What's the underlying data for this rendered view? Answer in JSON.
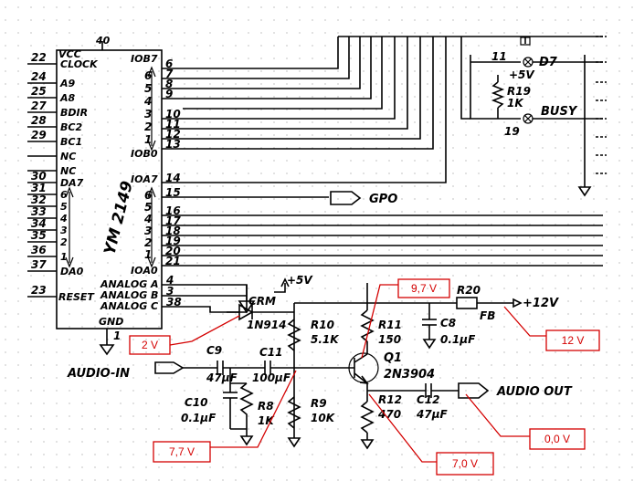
{
  "chip": {
    "vcc_top": "VCC",
    "name": "YM 2149",
    "pins_left": [
      {
        "num": "22",
        "label": "CLOCK"
      },
      {
        "num": "24",
        "label": "A9"
      },
      {
        "num": "25",
        "label": "A8"
      },
      {
        "num": "27",
        "label": "BDIR"
      },
      {
        "num": "28",
        "label": "BC2"
      },
      {
        "num": "29",
        "label": "BC1"
      },
      {
        "num": "",
        "label": "NC"
      },
      {
        "num": "",
        "label": "NC"
      },
      {
        "num": "30",
        "label": "DA7"
      },
      {
        "num": "31",
        "label": "6"
      },
      {
        "num": "32",
        "label": "5"
      },
      {
        "num": "33",
        "label": "4"
      },
      {
        "num": "34",
        "label": "3"
      },
      {
        "num": "35",
        "label": "2"
      },
      {
        "num": "36",
        "label": "1"
      },
      {
        "num": "37",
        "label": "DA0"
      }
    ],
    "reset_pin": {
      "num": "23",
      "label": "RESET"
    },
    "vcc_pin": "40",
    "iob_top": "IOB7",
    "iob_bottom": "IOB0",
    "ioa_top": "IOA7",
    "ioa_bottom": "IOA0",
    "iob_pins": [
      "6",
      "7",
      "8",
      "9",
      "10",
      "11",
      "12",
      "13"
    ],
    "iob_bits": [
      "6",
      "5",
      "4",
      "3",
      "2",
      "1"
    ],
    "ioa_pins": [
      "14",
      "15",
      "16",
      "17",
      "18",
      "19",
      "20",
      "21"
    ],
    "ioa_bits": [
      "6",
      "5",
      "4",
      "3",
      "2",
      "1"
    ],
    "analog": [
      {
        "num": "4",
        "label": "ANALOG A"
      },
      {
        "num": "3",
        "label": "ANALOG B"
      },
      {
        "num": "38",
        "label": "ANALOG C"
      }
    ],
    "gnd": {
      "label": "GND",
      "num": "1"
    }
  },
  "labels": {
    "d7": "D7",
    "busy": "BUSY",
    "r19_supply": "+5V",
    "r19_name": "R19",
    "r19_value": "1K",
    "pin_11": "11",
    "pin_19": "19",
    "gpo": "GPO",
    "plus5v": "+5V",
    "crm": "CRM",
    "diode": "1N914",
    "r10": "R10",
    "r10_value": "5.1K",
    "r11": "R11",
    "r11_value": "150",
    "c8": "C8",
    "c8_value": "0.1µF",
    "r20": "R20",
    "fb": "FB",
    "plus12v": "+12V",
    "q1": "Q1",
    "q1_part": "2N3904",
    "c9": "C9",
    "c9_value": "47µF",
    "c11": "C11",
    "c11_value": "100µF",
    "audio_in": "AUDIO-IN",
    "c10": "C10",
    "c10_value": "0.1µF",
    "r8": "R8",
    "r8_value": "1K",
    "r9": "R9",
    "r9_value": "10K",
    "r12": "R12",
    "r12_value": "470",
    "c12": "C12",
    "c12_value": "47µF",
    "audio_out": "AUDIO OUT"
  },
  "callouts": {
    "v_base_top": "9,7 V",
    "v_diode": "2 V",
    "v_supply": "12 V",
    "v_node": "7,7 V",
    "v_emitter": "7,0 V",
    "v_out": "0,0 V"
  },
  "colors": {
    "ink": "#000000",
    "callout": "#d40000",
    "grid_dot": "#9a9a9a"
  }
}
